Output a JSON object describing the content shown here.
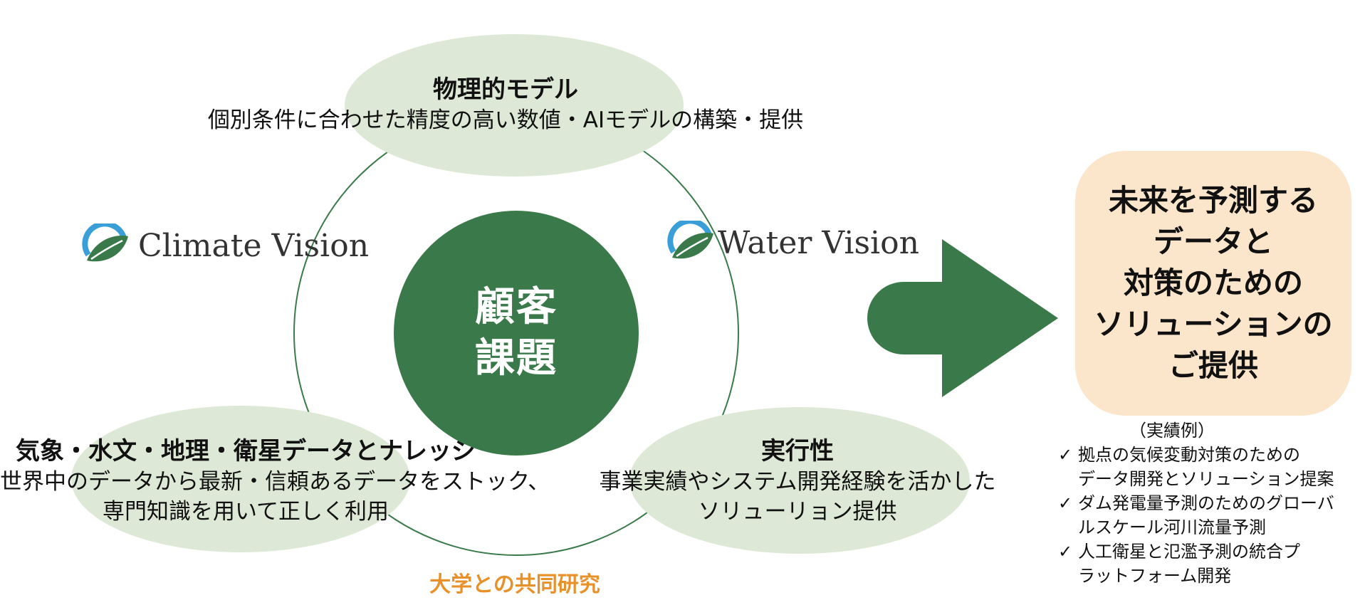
{
  "physical_model": {
    "title": "物理的モデル",
    "desc": "個別条件に合わせた精度の高い数値・AIモデルの構築・提供"
  },
  "logos": {
    "climate": "Climate Vision",
    "water": "Water Vision"
  },
  "core": {
    "line1": "顧客",
    "line2": "課題"
  },
  "knowledge": {
    "title": "気象・水文・地理・衛星データとナレッジ",
    "desc1": "世界中のデータから最新・信頼あるデータをストック、",
    "desc2": "専門知識を用いて正しく利用"
  },
  "execution": {
    "title": "実行性",
    "desc1": "事業実績やシステム開発経験を活かした",
    "desc2": "ソリューリョン提供"
  },
  "university": "大学との共同研究",
  "result": {
    "line1": "未来を予測する",
    "line2": "データと",
    "line3": "対策のための",
    "line4": "ソリューションの",
    "line5": "ご提供"
  },
  "examples": {
    "heading": "（実績例）",
    "items": [
      {
        "line1": "拠点の気候変動対策のための",
        "line2": "データ開発とソリューション提案"
      },
      {
        "line1": "ダム発電量予測のためのグローバ",
        "line2": "ルスケール河川流量予測"
      },
      {
        "line1": "人工衛星と氾濫予測の統合プ",
        "line2": "ラットフォーム開発"
      }
    ],
    "check": "✓"
  },
  "colors": {
    "dark_green": "#3a7a4a",
    "light_green": "#dde9d6",
    "result_bg": "#fbe6cc",
    "accent_orange": "#e8902a",
    "logo_blue": "#3a9fd8"
  }
}
